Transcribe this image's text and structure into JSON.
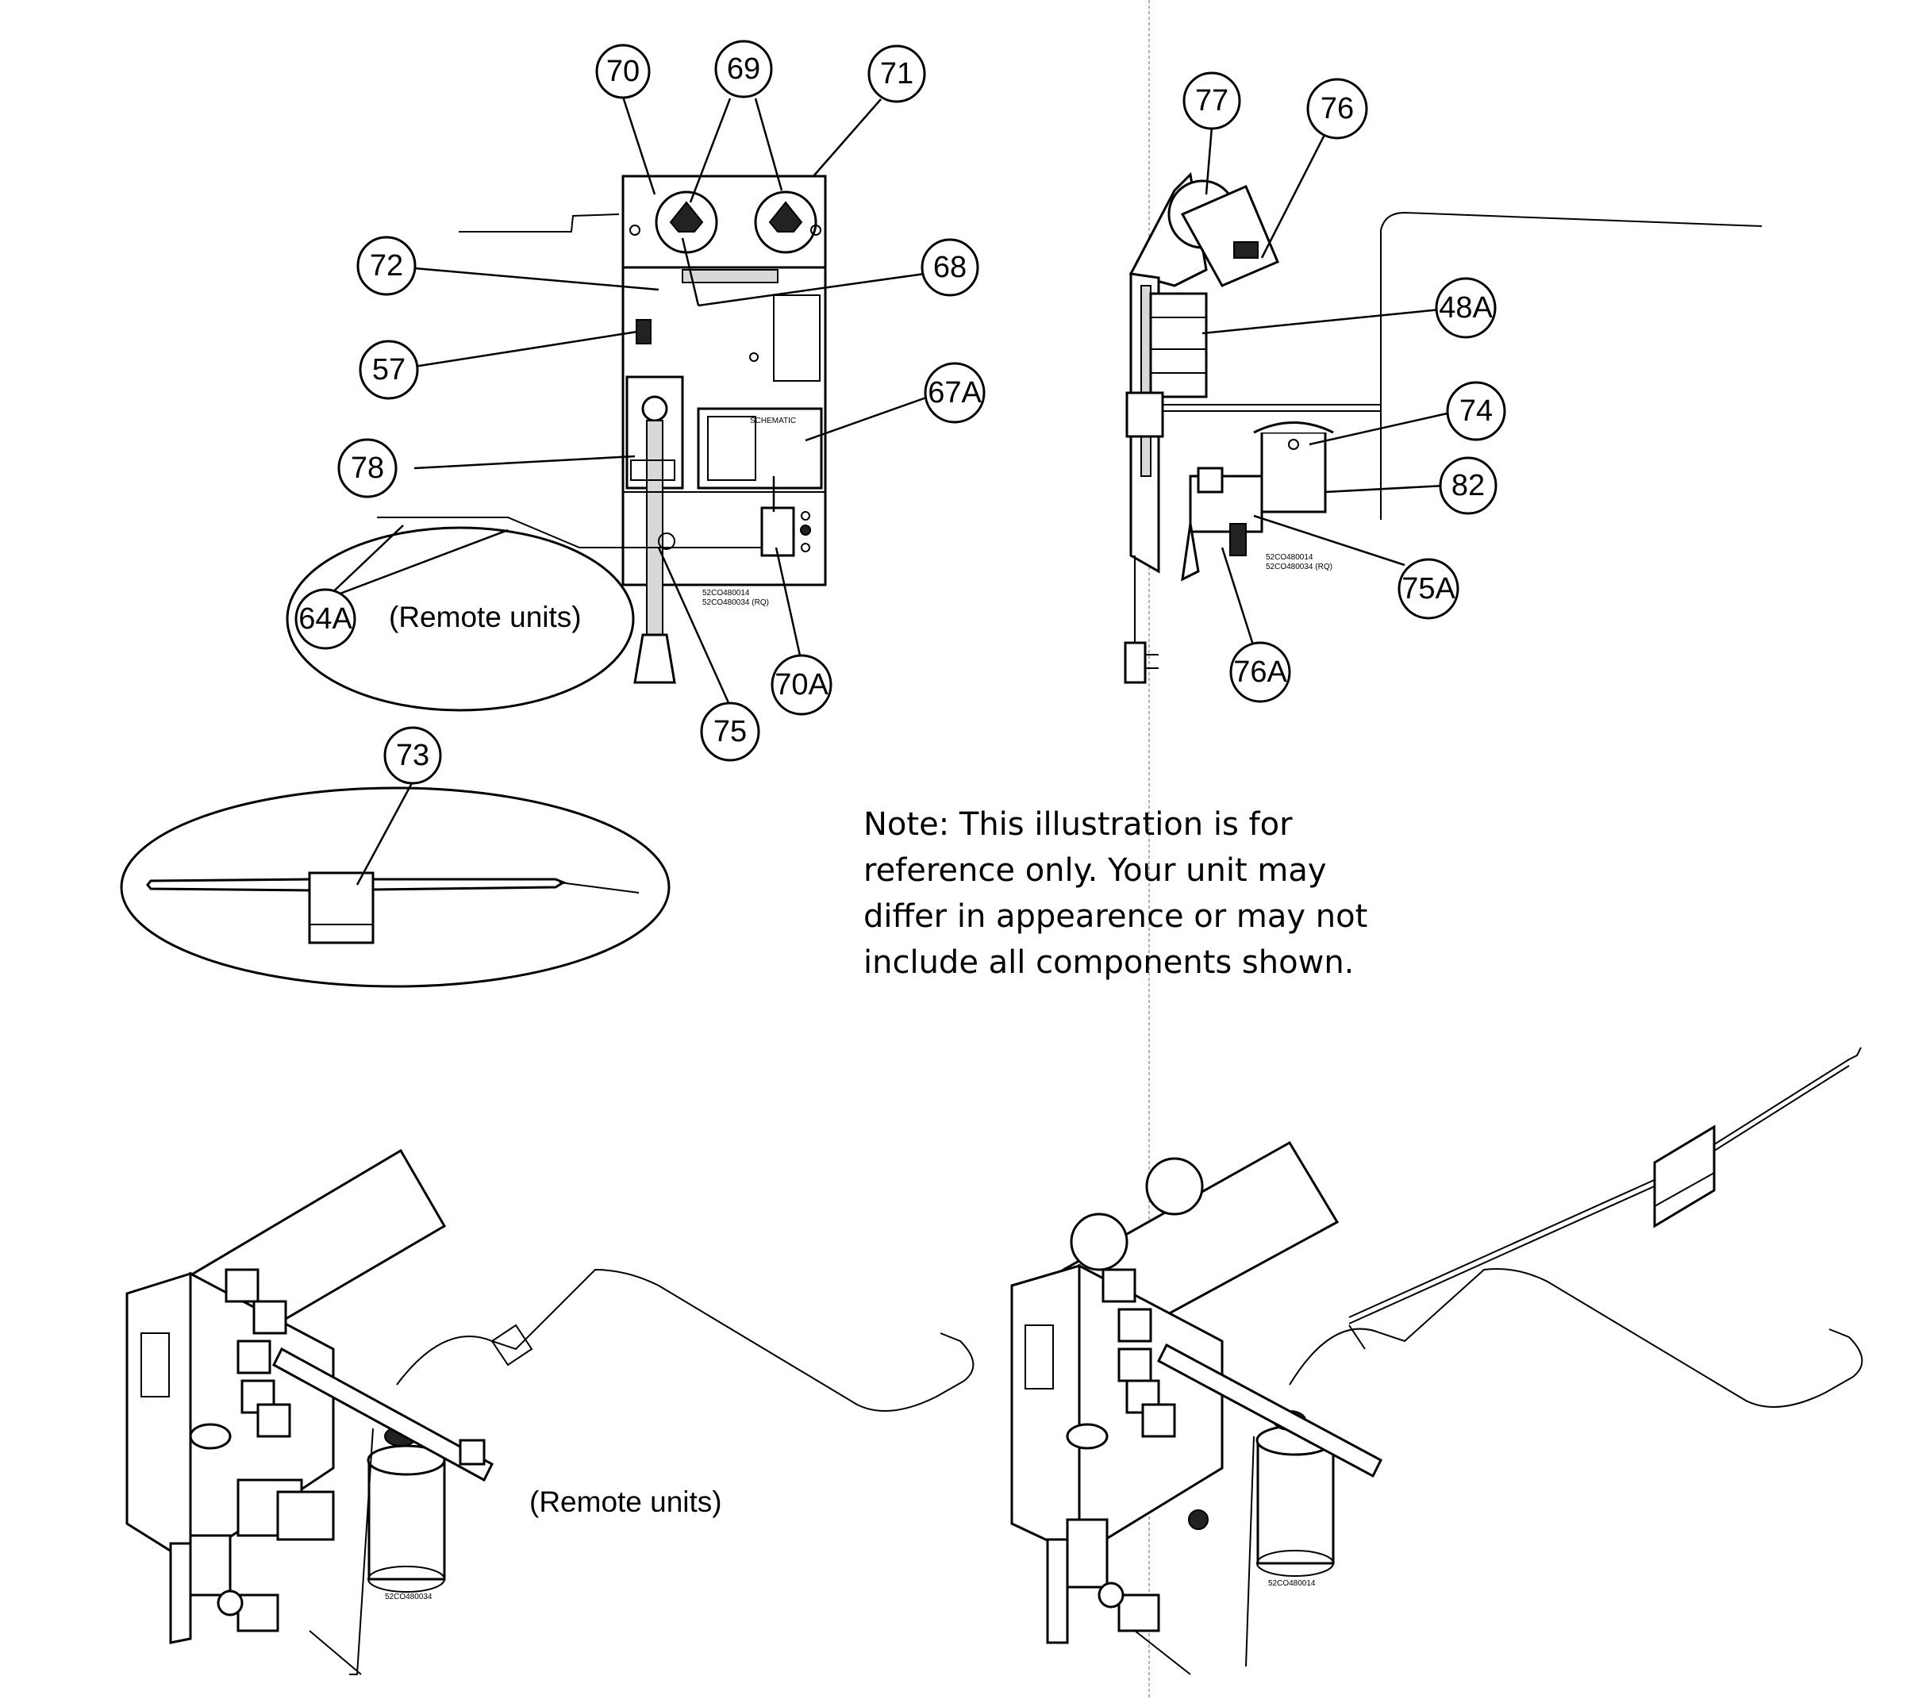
{
  "callouts": {
    "c70": "70",
    "c69": "69",
    "c71": "71",
    "c72": "72",
    "c68": "68",
    "c57": "57",
    "c67A": "67A",
    "c78": "78",
    "c64A": "64A",
    "c75": "75",
    "c70A": "70A",
    "c73": "73",
    "c77": "77",
    "c76": "76",
    "c48A": "48A",
    "c74": "74",
    "c82": "82",
    "c75A": "75A",
    "c76A": "76A"
  },
  "labels": {
    "remote_units_top": "(Remote units)",
    "remote_units_bottom": "(Remote units)",
    "schematic": "SCHEMATIC",
    "part_numbers_left_1": "52CO480014",
    "part_numbers_left_2": "52CO480034 (RQ)",
    "part_numbers_right_1": "52CO480014",
    "part_numbers_right_2": "52CO480034 (RQ)",
    "capacitor_left": "52CO480034",
    "capacitor_right": "52CO480014"
  },
  "note": {
    "line1": "Note: This illustration is for",
    "line2": "reference only. Your unit may",
    "line3": "differ in appearence or may not",
    "line4": "include all components shown."
  }
}
